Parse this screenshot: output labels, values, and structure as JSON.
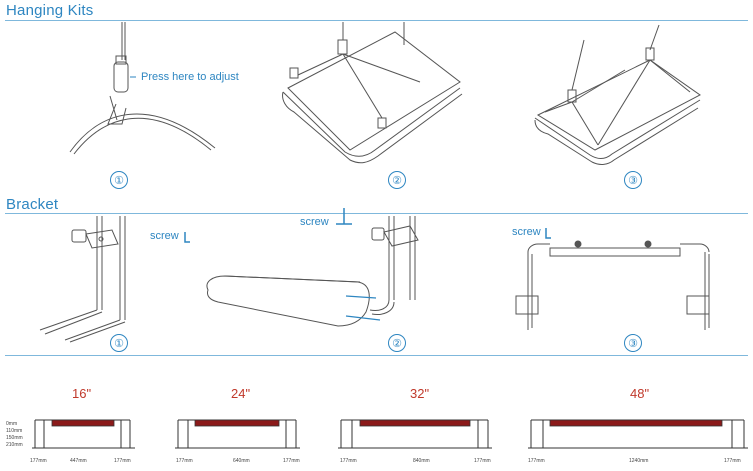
{
  "sections": {
    "hanging_title": "Hanging Kits",
    "bracket_title": "Bracket"
  },
  "steps": [
    "①",
    "②",
    "③",
    "①",
    "②",
    "③"
  ],
  "notes": {
    "press": "Press here to adjust",
    "screw1": "screw",
    "screw2": "screw",
    "screw3": "screw"
  },
  "sizes": [
    {
      "label": "16\"",
      "left": "177mm",
      "middle": "447mm",
      "right": "177mm"
    },
    {
      "label": "24\"",
      "left": "177mm",
      "middle": "640mm",
      "right": "177mm"
    },
    {
      "label": "32\"",
      "left": "177mm",
      "middle": "840mm",
      "right": "177mm"
    },
    {
      "label": "48\"",
      "left": "177mm",
      "middle": "1240mm",
      "right": "177mm"
    }
  ],
  "height_marks": [
    "0mm",
    "110mm",
    "150mm",
    "210mm"
  ],
  "colors": {
    "accent": "#2e86c1",
    "lamp": "#8b1a1a"
  }
}
